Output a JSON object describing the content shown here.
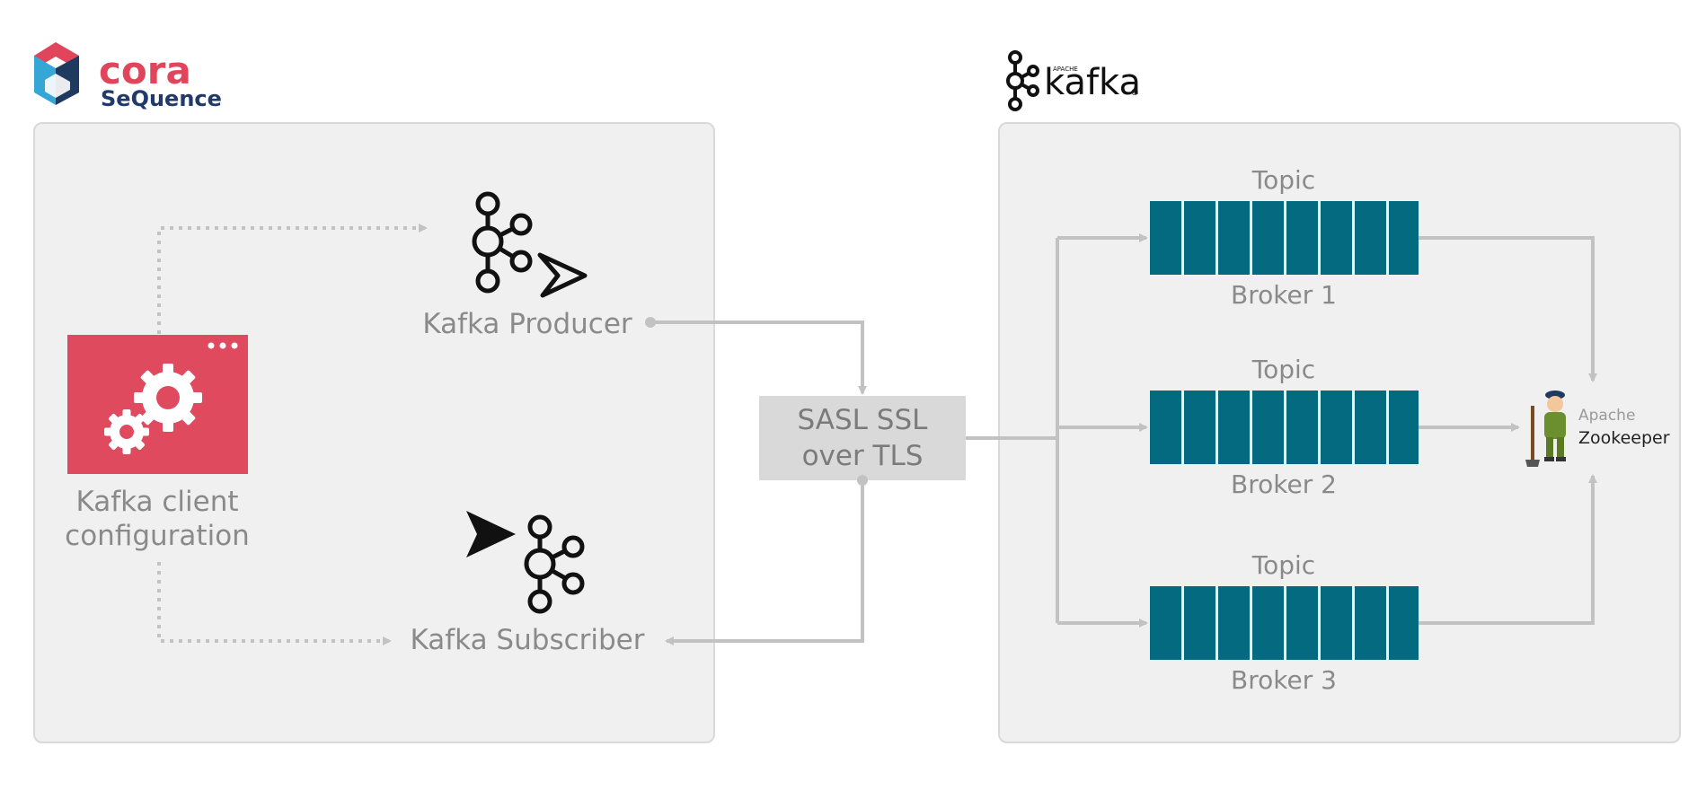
{
  "cora_logo": {
    "word": "cora",
    "sub": "SeQuence"
  },
  "kafka_logo": {
    "apache": "APACHE",
    "word": "kafka",
    "reg": "®"
  },
  "client": {
    "line1": "Kafka client",
    "line2": "configuration"
  },
  "producer": {
    "label": "Kafka Producer"
  },
  "subscriber": {
    "label": "Kafka Subscriber"
  },
  "security": {
    "line1": "SASL SSL",
    "line2": "over TLS"
  },
  "brokers": [
    {
      "topic": "Topic",
      "name": "Broker 1"
    },
    {
      "topic": "Topic",
      "name": "Broker 2"
    },
    {
      "topic": "Topic",
      "name": "Broker 3"
    }
  ],
  "zookeeper": {
    "apache": "Apache",
    "name": "Zookeeper"
  },
  "colors": {
    "panel": "#f0f0f0",
    "panel_border": "#d9d9d9",
    "connector": "#c2c2c2",
    "broker_cell": "#036a80",
    "client_box": "#e04a5f",
    "sasl_box": "#d9d9d9",
    "label_text": "#8a8a8a"
  }
}
